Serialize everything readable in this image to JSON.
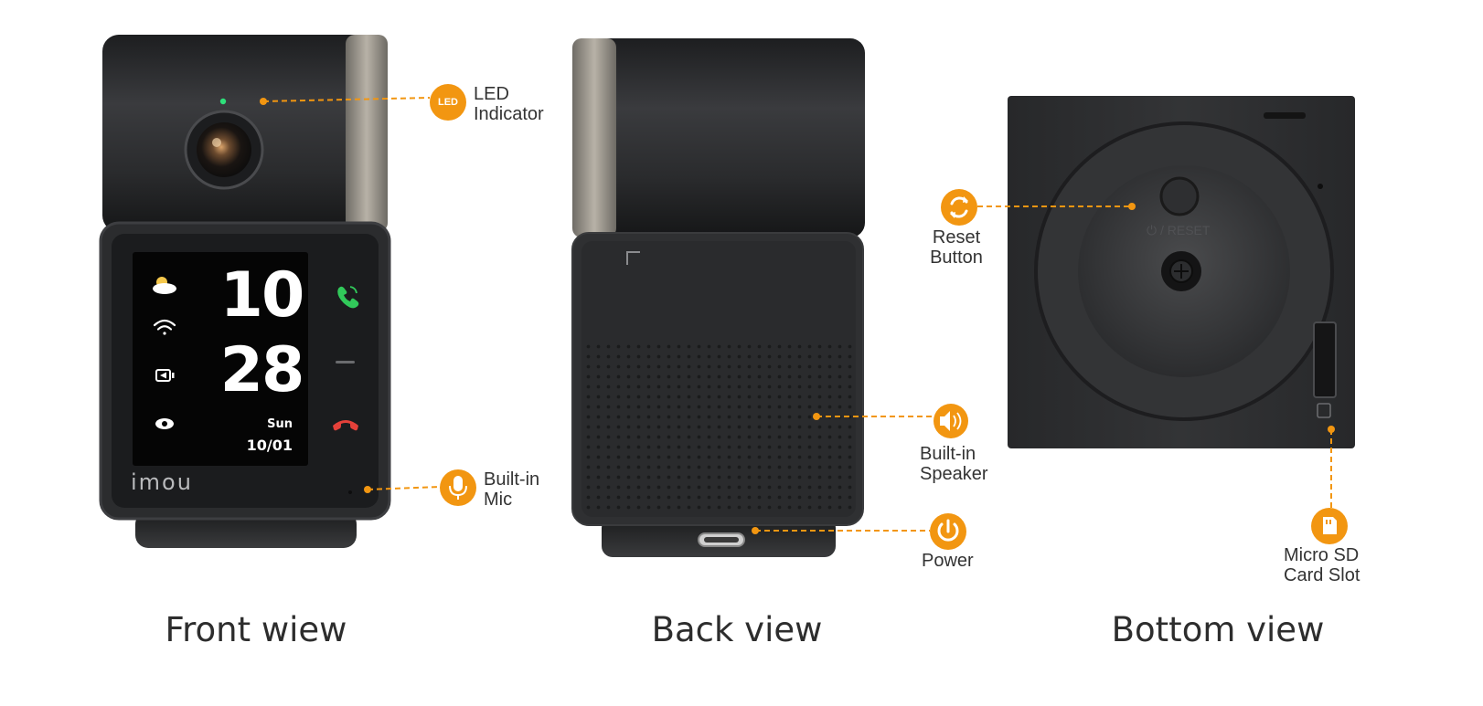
{
  "colors": {
    "accent": "#f29611",
    "device_dark": "#2a2b2d",
    "screen": "#0a0a0a",
    "led_green": "#2ee07a",
    "call_green": "#31c95a",
    "call_red": "#e5413a"
  },
  "screen": {
    "hour": "10",
    "minute": "28",
    "day": "Sun",
    "date": "10/01",
    "icons": [
      "weather-icon",
      "wifi-icon",
      "camera-icon",
      "eye-icon",
      "phone-answer-icon",
      "minus-icon",
      "phone-hangup-icon"
    ]
  },
  "brand": "imou",
  "reset_marking": "⏻ / RESET",
  "callouts": {
    "led": {
      "badge": "LED",
      "line1": "LED",
      "line2": "Indicator"
    },
    "mic": {
      "line1": "Built-in",
      "line2": "Mic"
    },
    "speaker": {
      "line1": "Built-in",
      "line2": "Speaker"
    },
    "power": {
      "line1": "Power"
    },
    "reset": {
      "line1": "Reset",
      "line2": "Button"
    },
    "sd": {
      "line1": "Micro SD",
      "line2": "Card Slot"
    }
  },
  "titles": {
    "front": "Front wiew",
    "back": "Back view",
    "bottom": "Bottom view"
  }
}
